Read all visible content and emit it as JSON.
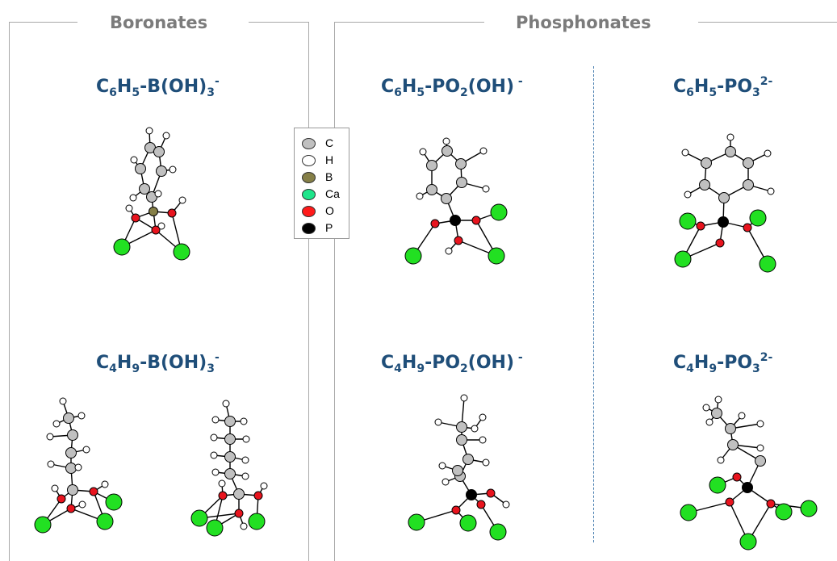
{
  "sections": {
    "boronates": "Boronates",
    "phosphonates": "Phosphonates"
  },
  "formulas": {
    "phenyl_boronate": {
      "p1": "C",
      "s1": "6",
      "p2": "H",
      "s2": "5",
      "p3": "-B(OH)",
      "s3": "3",
      "charge": "-"
    },
    "phenyl_phosphonate_oh": {
      "p1": "C",
      "s1": "6",
      "p2": "H",
      "s2": "5",
      "p3": "-PO",
      "s3": "2",
      "p4": "(OH)",
      "charge": " -"
    },
    "phenyl_phosphonate": {
      "p1": "C",
      "s1": "6",
      "p2": "H",
      "s2": "5",
      "p3": "-PO",
      "s3": "3",
      "charge": "2-"
    },
    "butyl_boronate": {
      "p1": "C",
      "s1": "4",
      "p2": "H",
      "s2": "9",
      "p3": "-B(OH)",
      "s3": "3",
      "charge": "-"
    },
    "butyl_phosphonate_oh": {
      "p1": "C",
      "s1": "4",
      "p2": "H",
      "s2": "9",
      "p3": "-PO",
      "s3": "2",
      "p4": "(OH)",
      "charge": " -"
    },
    "butyl_phosphonate": {
      "p1": "C",
      "s1": "4",
      "p2": "H",
      "s2": "9",
      "p3": "-PO",
      "s3": "3",
      "charge": "2-"
    }
  },
  "legend": [
    {
      "label": "C",
      "color": "#c0c0c0"
    },
    {
      "label": "H",
      "color": "#ffffff"
    },
    {
      "label": "B",
      "color": "#857f47"
    },
    {
      "label": "Ca",
      "color": "#1de58a"
    },
    {
      "label": "O",
      "color": "#ff1a1a"
    },
    {
      "label": "P",
      "color": "#000000"
    }
  ],
  "atom_colors": {
    "C": "#c0c0c0",
    "H": "#ffffff",
    "B": "#857f47",
    "Ca": "#22e022",
    "O": "#e8141e",
    "P": "#000000"
  }
}
